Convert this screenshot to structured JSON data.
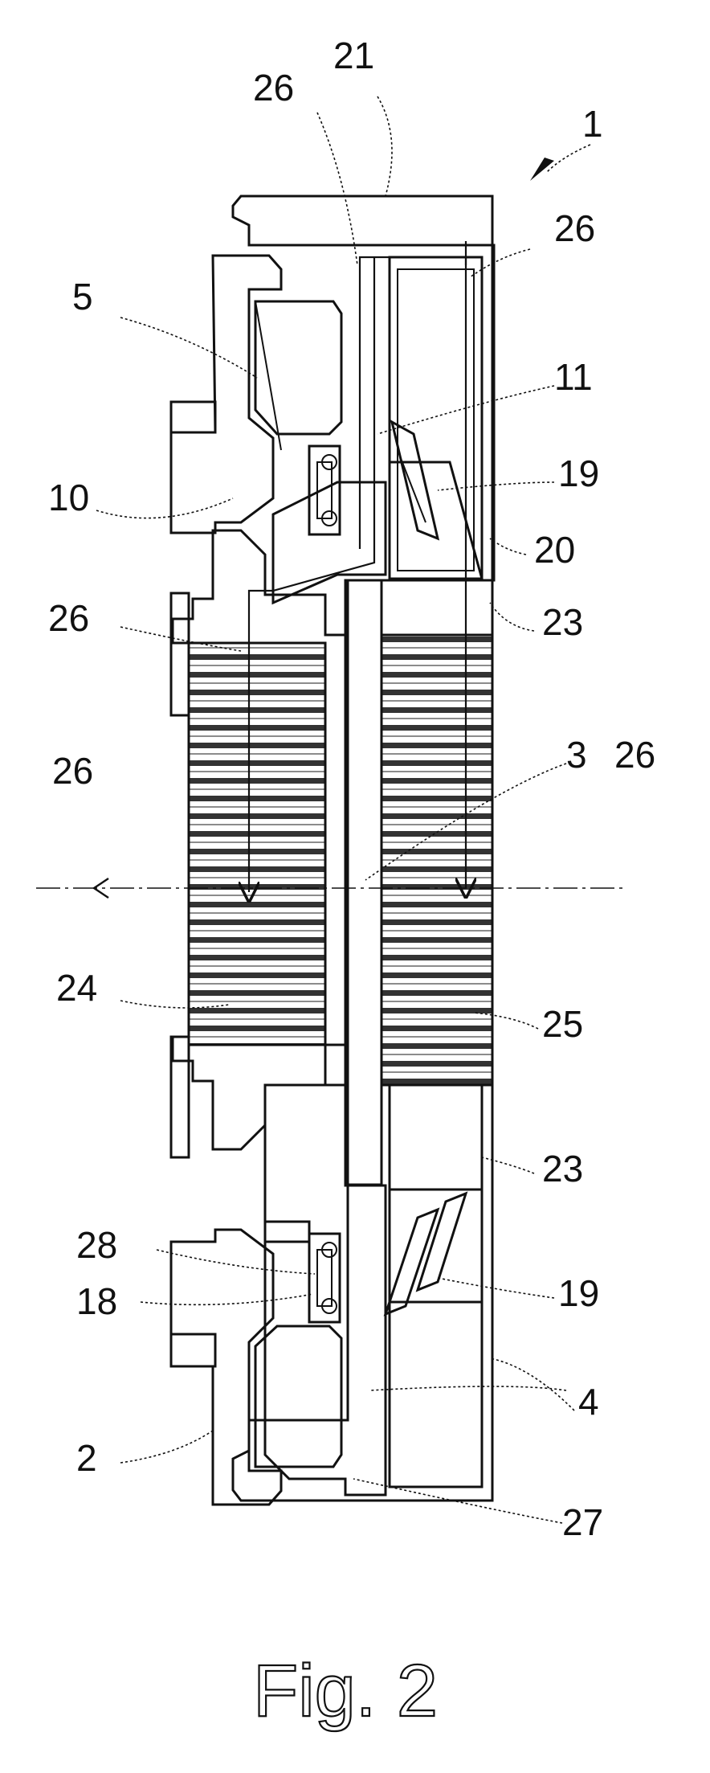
{
  "figure": {
    "caption": "Fig. 2",
    "labels": {
      "main_ref": "1",
      "housing_top": "21",
      "flow_top_left": "26",
      "flow_top_right": "26",
      "bearing": "5",
      "shaft_part": "11",
      "flange": "10",
      "fan_blade_upper": "19",
      "cover": "20",
      "rib_upper": "23",
      "flow_mid": "26",
      "center": "3",
      "axis_left": "26",
      "axis_right": "26",
      "left_ribs": "24",
      "right_ribs": "25",
      "rib_lower": "23",
      "seal_28": "28",
      "seal_18": "18",
      "fan_blade_lower": "19",
      "plate": "4",
      "left_housing": "2",
      "base": "27"
    }
  }
}
